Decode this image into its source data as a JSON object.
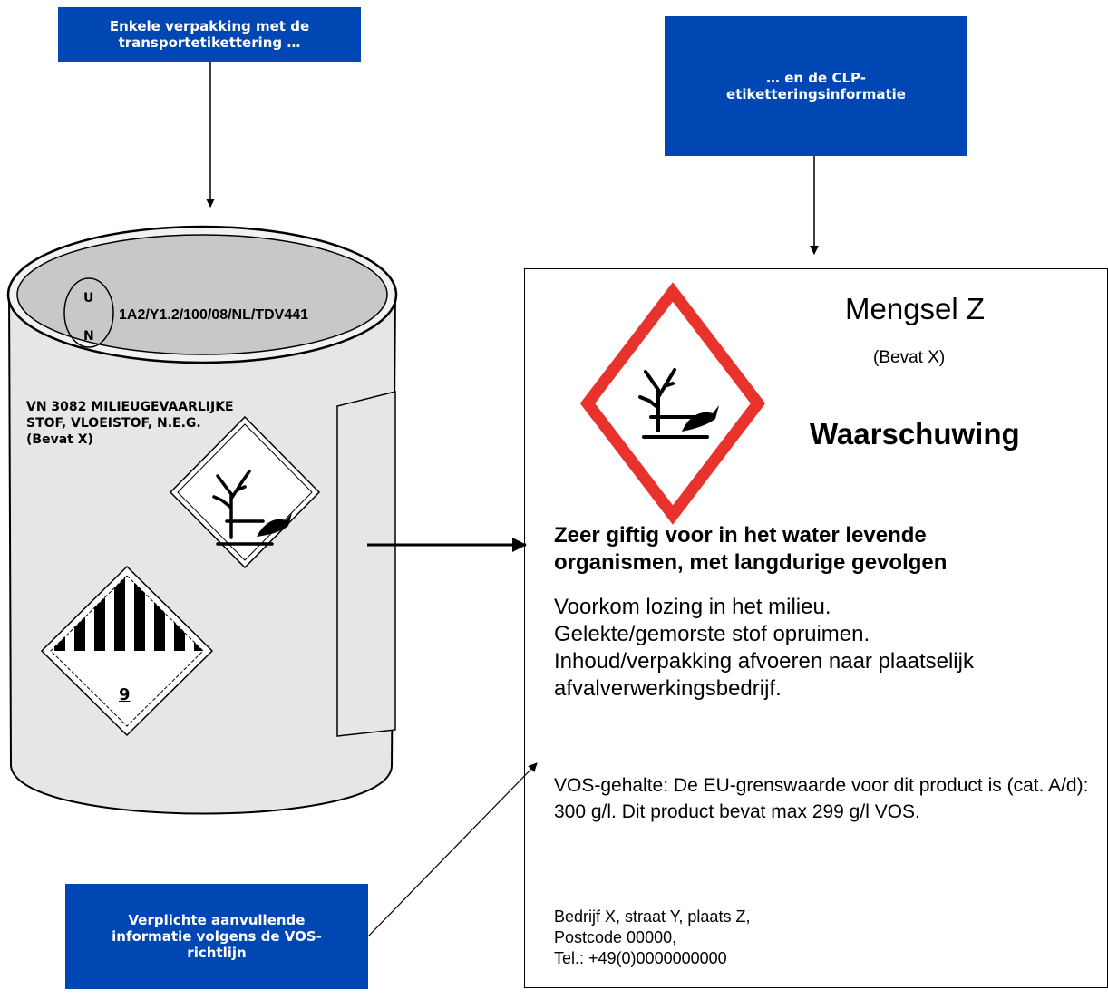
{
  "callouts": {
    "top_left": "Enkele verpakking met de\ntransportetikettering …",
    "top_right": "… en de CLP-\netiketteringsinformatie",
    "bottom": "Verplichte aanvullende\ninformatie volgens de VOS-\nrichtlijn"
  },
  "drum": {
    "un_top": "U",
    "un_bottom": "N",
    "un_code": "1A2/Y1.2/100/08/NL/TDV441",
    "shipping_name": "VN 3082 MILIEUGEVAARLIJKE\nSTOF, VLOEISTOF, N.E.G.\n(Bevat X)",
    "class_number": "9"
  },
  "label": {
    "product_name": "Mengsel Z",
    "contains": "(Bevat X)",
    "signal_word": "Waarschuwing",
    "hazard_statement": "Zeer giftig voor in het water levende\norganismen, met langdurige gevolgen",
    "precautionary": "Voorkom lozing in het milieu.\nGelekte/gemorste stof opruimen.\nInhoud/verpakking afvoeren naar plaatselijk\nafvalverwerkingsbedrijf.",
    "vos_info": "VOS-gehalte: De EU-grenswaarde voor dit product is (cat. A/d): 300 g/l. Dit product bevat max 299 g/l VOS.",
    "supplier": "Bedrijf X, straat Y, plaats Z,\nPostcode 00000,\nTel.: +49(0)0000000000"
  },
  "icons": {
    "environment_pictogram": "environment-hazard-icon",
    "class9_diamond": "class-9-hazard-icon"
  },
  "colors": {
    "callout_bg": "#0047b3",
    "ghs_border": "#e8322c",
    "drum_fill": "#e6e6e6",
    "drum_lid": "#c8c8c8"
  }
}
